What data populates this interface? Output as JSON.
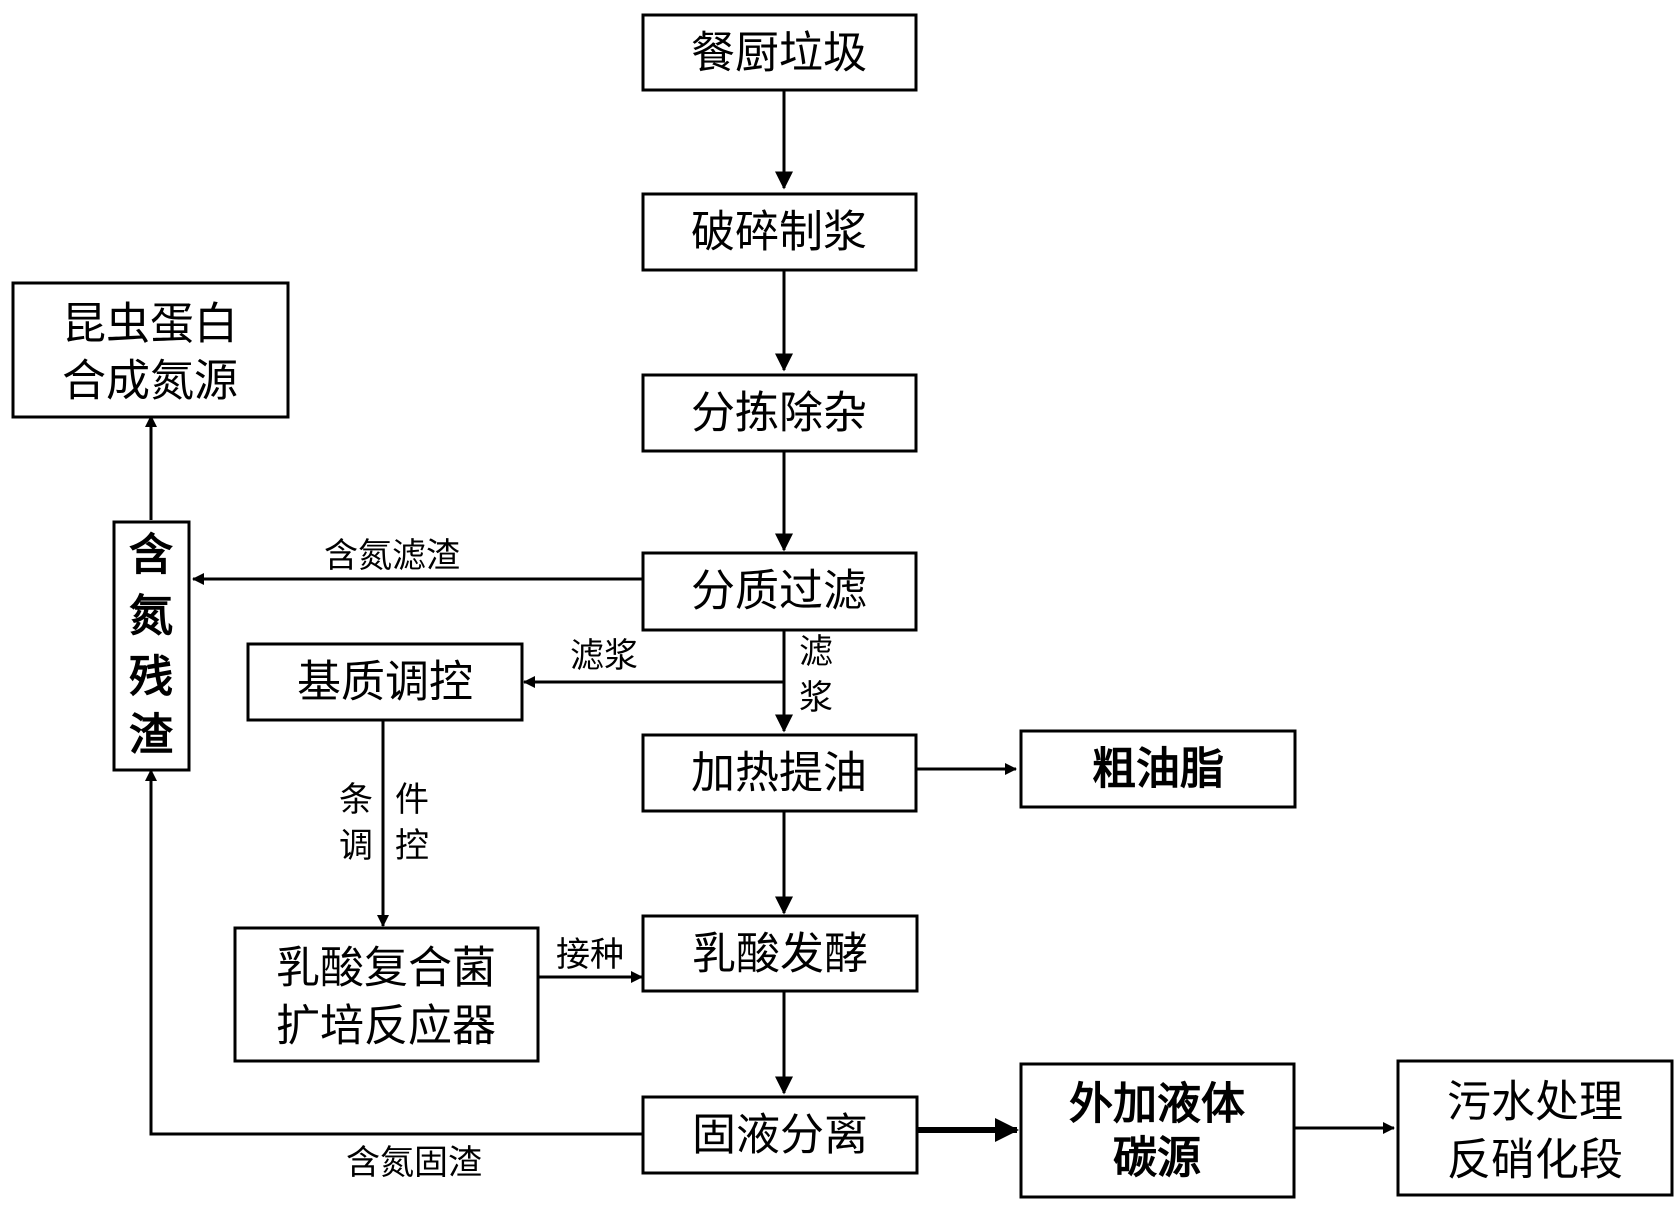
{
  "nodes": {
    "food_waste": "餐厨垃圾",
    "crush_pulp": "破碎制浆",
    "sort_remove": "分拣除杂",
    "quality_filter": "分质过滤",
    "heat_oil": "加热提油",
    "crude_oil": "粗油脂",
    "lactic_ferment": "乳酸发酵",
    "solid_liquid_sep": "固液分离",
    "ext_carbon_line1": "外加液体",
    "ext_carbon_line2": "碳源",
    "sewage_line1": "污水处理",
    "sewage_line2": "反硝化段",
    "insect_line1": "昆虫蛋白",
    "insect_line2": "合成氮源",
    "n_residue": [
      "含",
      "氮",
      "残",
      "渣"
    ],
    "substrate_ctrl": "基质调控",
    "reactor_line1": "乳酸复合菌",
    "reactor_line2": "扩培反应器"
  },
  "edges": {
    "n_filter_residue": "含氮滤渣",
    "slurry_left": "滤浆",
    "slurry_down": [
      "滤",
      "浆"
    ],
    "condition_ctrl": [
      "条",
      "件",
      "调",
      "控"
    ],
    "inoculate": "接种",
    "n_solid_residue": "含氮固渣"
  },
  "colors": {
    "stroke": "#000000",
    "background": "#ffffff"
  }
}
